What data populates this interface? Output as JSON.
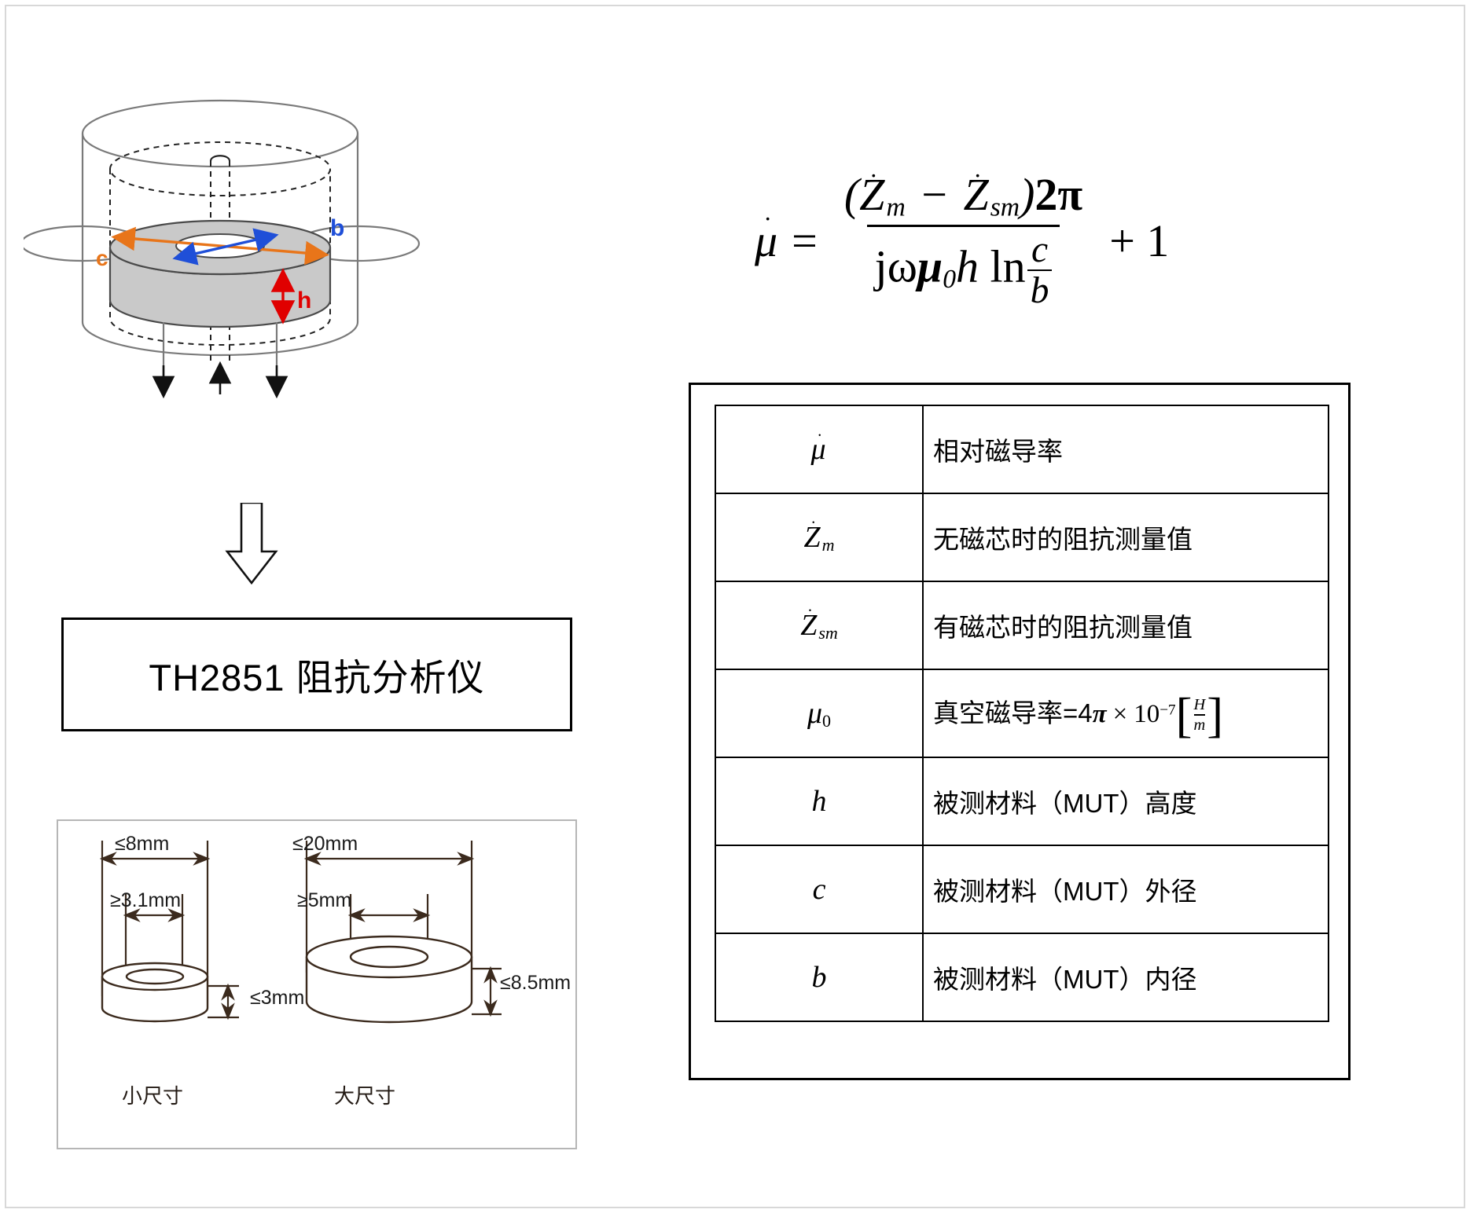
{
  "formula": {
    "lhs": "μ̇",
    "numerator": "(Ż_m − Ż_sm)2π",
    "denominator": "jωμ₀h ln(c/b)",
    "plus_term": "+ 1",
    "full_text": "μ̇ = (Ż_m − Ż_sm)2π / (jωμ₀h ln(c/b)) + 1",
    "parts": {
      "mu": "μ",
      "equals": "=",
      "open_paren": "(",
      "Z": "Z",
      "sub_m": "m",
      "minus": "−",
      "sub_sm": "sm",
      "close_paren": ")",
      "two_pi": "2π",
      "j": "j",
      "omega": "ω",
      "mu0_base": "μ",
      "mu0_sub": "0",
      "h": "h",
      "ln": "ln",
      "c": "c",
      "b": "b",
      "plus": "+",
      "one": "1",
      "dot": "·"
    }
  },
  "instrument": {
    "label": "TH2851 阻抗分析仪"
  },
  "fixture": {
    "labels": {
      "b": "b",
      "c": "c",
      "h": "h"
    },
    "colors": {
      "b": "#1f4fd8",
      "c": "#e8751a",
      "h": "#e00000",
      "outline": "#7a7a7a",
      "core_fill": "#c8c8c8"
    }
  },
  "size_panel": {
    "small": {
      "caption": "小尺寸",
      "outer_diameter": "≤8mm",
      "inner_diameter": "≥3.1mm",
      "height": "≤3mm"
    },
    "large": {
      "caption": "大尺寸",
      "outer_diameter": "≤20mm",
      "inner_diameter": "≥5mm",
      "height": "≤8.5mm"
    }
  },
  "definitions": {
    "rows": [
      {
        "symbol": "μ̇",
        "description": "相对磁导率"
      },
      {
        "symbol": "Ż_m",
        "description": "无磁芯时的阻抗测量值"
      },
      {
        "symbol": "Ż_sm",
        "description": "有磁芯时的阻抗测量值"
      },
      {
        "symbol": "μ₀",
        "description": "真空磁导率=4π × 10⁻⁷ [H/m]"
      },
      {
        "symbol": "h",
        "description": "被测材料（MUT）高度"
      },
      {
        "symbol": "c",
        "description": "被测材料（MUT）外径"
      },
      {
        "symbol": "b",
        "description": "被测材料（MUT）内径"
      }
    ],
    "mu0_desc_prefix": "真空磁导率=4",
    "mu0_pi": "π",
    "mu0_times": "×",
    "mu0_base": "10",
    "mu0_exp": "−7",
    "mu0_unit_num": "H",
    "mu0_unit_den": "m",
    "desc_h": "被测材料（MUT）高度",
    "desc_c": "被测材料（MUT）外径",
    "desc_b": "被测材料（MUT）内径",
    "desc_mu": "相对磁导率",
    "desc_zm": "无磁芯时的阻抗测量值",
    "desc_zsm": "有磁芯时的阻抗测量值"
  }
}
